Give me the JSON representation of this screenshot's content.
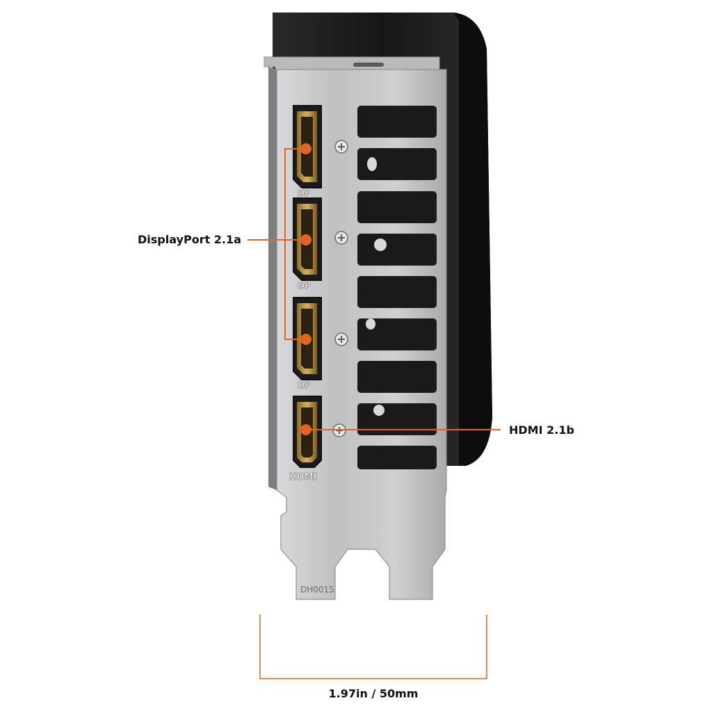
{
  "callouts": {
    "displayport": "DisplayPort 2.1a",
    "hdmi": "HDMI 2.1b"
  },
  "dimension": {
    "width_label": "1.97in / 50mm"
  },
  "bracket": {
    "port_labels": [
      "DP",
      "DP",
      "DP",
      "HDMI"
    ],
    "part_code": "DH0015"
  },
  "colors": {
    "accent": "#e3631f",
    "cooler": "#1c1c1e",
    "bracket": "#c8c9cc",
    "vent": "#1a1a1a"
  }
}
